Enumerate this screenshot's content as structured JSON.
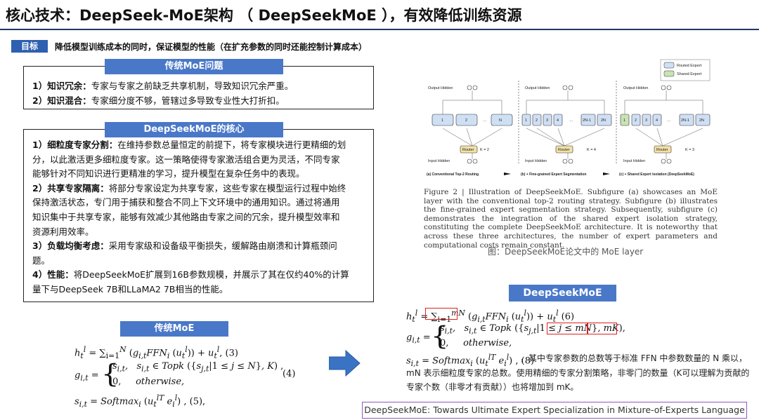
{
  "title": "核心技术：DeepSeek-MoE架构 （ DeepSeekMoE ），有效降低训练资源",
  "goal": {
    "tag": "目标",
    "text": "降低模型训练成本的同时，保证模型的性能（在扩充参数的同时还能控制计算成本）"
  },
  "traditional_problems": {
    "header": "传统MoE问题",
    "items": [
      {
        "label": "1）知识冗余：",
        "text": "专家与专家之前缺乏共享机制，导致知识冗余严重。"
      },
      {
        "label": "2）知识混合：",
        "text": "专家细分度不够，管辖过多导致专业性大打折扣。"
      }
    ]
  },
  "core": {
    "header": "DeepSeekMoE的核心",
    "lines": [
      {
        "label": "1）细粒度专家分割：",
        "text": "在维持参数总量恒定的前提下，将专家模块进行更精细的划"
      },
      {
        "label": "",
        "text": "分，以此激活更多细粒度专家。这一策略使得专家激活组合更为灵活，不同专家"
      },
      {
        "label": "",
        "text": "能够针对不同知识进行更精准的学习，提升模型在复杂任务中的表现。"
      },
      {
        "label": "2）共享专家隔离：",
        "text": "将部分专家设定为共享专家，这些专家在模型运行过程中始终"
      },
      {
        "label": "",
        "text": "保持激活状态，专门用于捕获和整合不同上下文环境中的通用知识。通过将通用"
      },
      {
        "label": "",
        "text": "知识集中于共享专家，能够有效减少其他路由专家之间的冗余，提升模型效率和"
      },
      {
        "label": "",
        "text": "资源利用效率。"
      },
      {
        "label": " 3）负载均衡考虑：",
        "text": "采用专家级和设备级平衡损失，缓解路由崩溃和计算瓶颈问"
      },
      {
        "label": "",
        "text": "题。"
      },
      {
        "label": " 4）性能：",
        "text": "将DeepSeekMoE扩展到16B参数规模，并展示了其在仅约40%的计算"
      },
      {
        "label": "",
        "text": "量下与DeepSeek 7B和LLaMA2 7B相当的性能。"
      }
    ]
  },
  "traditional_moe": {
    "header": "传统MoE",
    "eq1": "h_t^l = Σ_{i=1}^{N} (g_{i,t} FFN_i (u_t^l)) + u_t^l, (3)",
    "eq2_case1": "s_{i,t},   s_{i,t} ∈ Topk ({s_{j,t}|1 ≤ j ≤ N}, K) ,",
    "eq2_case2": "0,      otherwise,",
    "eq2_lhs": "g_{i,t} =",
    "eq2_num": "(4)",
    "eq3": "s_{i,t} = Softmax_i (u_t^{lT} e_i^l) , (5),"
  },
  "figure": {
    "legend": [
      "Routed Expert",
      "Shared Expert"
    ],
    "subcaptions": [
      "(a) Conventional Top-2 Routing",
      "(b) + Fine-grained Expert Segmentation",
      "(c) + Shared Expert Isolation (DeepSeekMoE)"
    ],
    "labels": {
      "output_hidden": "Output Hidden",
      "input_hidden": "Input Hidden",
      "router": "Router",
      "k2": "K = 2",
      "k4": "K = 4",
      "k3": "K = 3"
    },
    "caption": "Figure 2 | Illustration of DeepSeekMoE. Subfigure (a) showcases an MoE layer with the conventional top-2 routing strategy. Subfigure (b) illustrates the fine-grained expert segmentation strategy. Subsequently, subfigure (c) demonstrates the integration of the shared expert isolation strategy, constituting the complete DeepSeekMoE architecture. It is noteworthy that across these three architectures, the number of expert parameters and computational costs remain constant.",
    "note": "图：DeepSeekMoE论文中的 MoE layer"
  },
  "deepseek_moe": {
    "header": "DeepSeekMoE",
    "eq1": "h_t^l = Σ_{i=1}^{mN} (g_{i,t} FFN_i (u_t^l)) + u_t^l (6)",
    "eq2_lhs": "g_{i,t} =",
    "eq2_case1": "s_{i,t},   s_{i,t} ∈ Topk ({s_{j,t}|1 ≤ j ≤ mN}, mK),",
    "eq2_case2": "0,      otherwise,",
    "eq3": "s_{i,t} = Softmax_i (u_t^{lT} e_i^l) , (8),",
    "desc1": "，其中专家参数的总数等于标准 FFN 中参数数量的 N 乘以，",
    "desc2": "mN 表示细粒度专家的总数。使用精细的专家分割策略，非零门的数量（K可以理解为贡献的",
    "desc3": "专家个数（非零才有贡献））也将增加到 mK。"
  },
  "footer": "DeepSeekMoE: Towards Ultimate Expert Specialization in Mixture-of-Experts Language Model",
  "colors": {
    "header_blue": "#4a78c8",
    "tag_blue": "#2e5fb0",
    "routed_expert": "#cfe0f5",
    "shared_expert": "#c9e3b4",
    "router": "#f3e1a6",
    "highlight_red": "#e02020",
    "footer_border": "#8a5cc0",
    "arrow_blue": "#3b73c4"
  }
}
